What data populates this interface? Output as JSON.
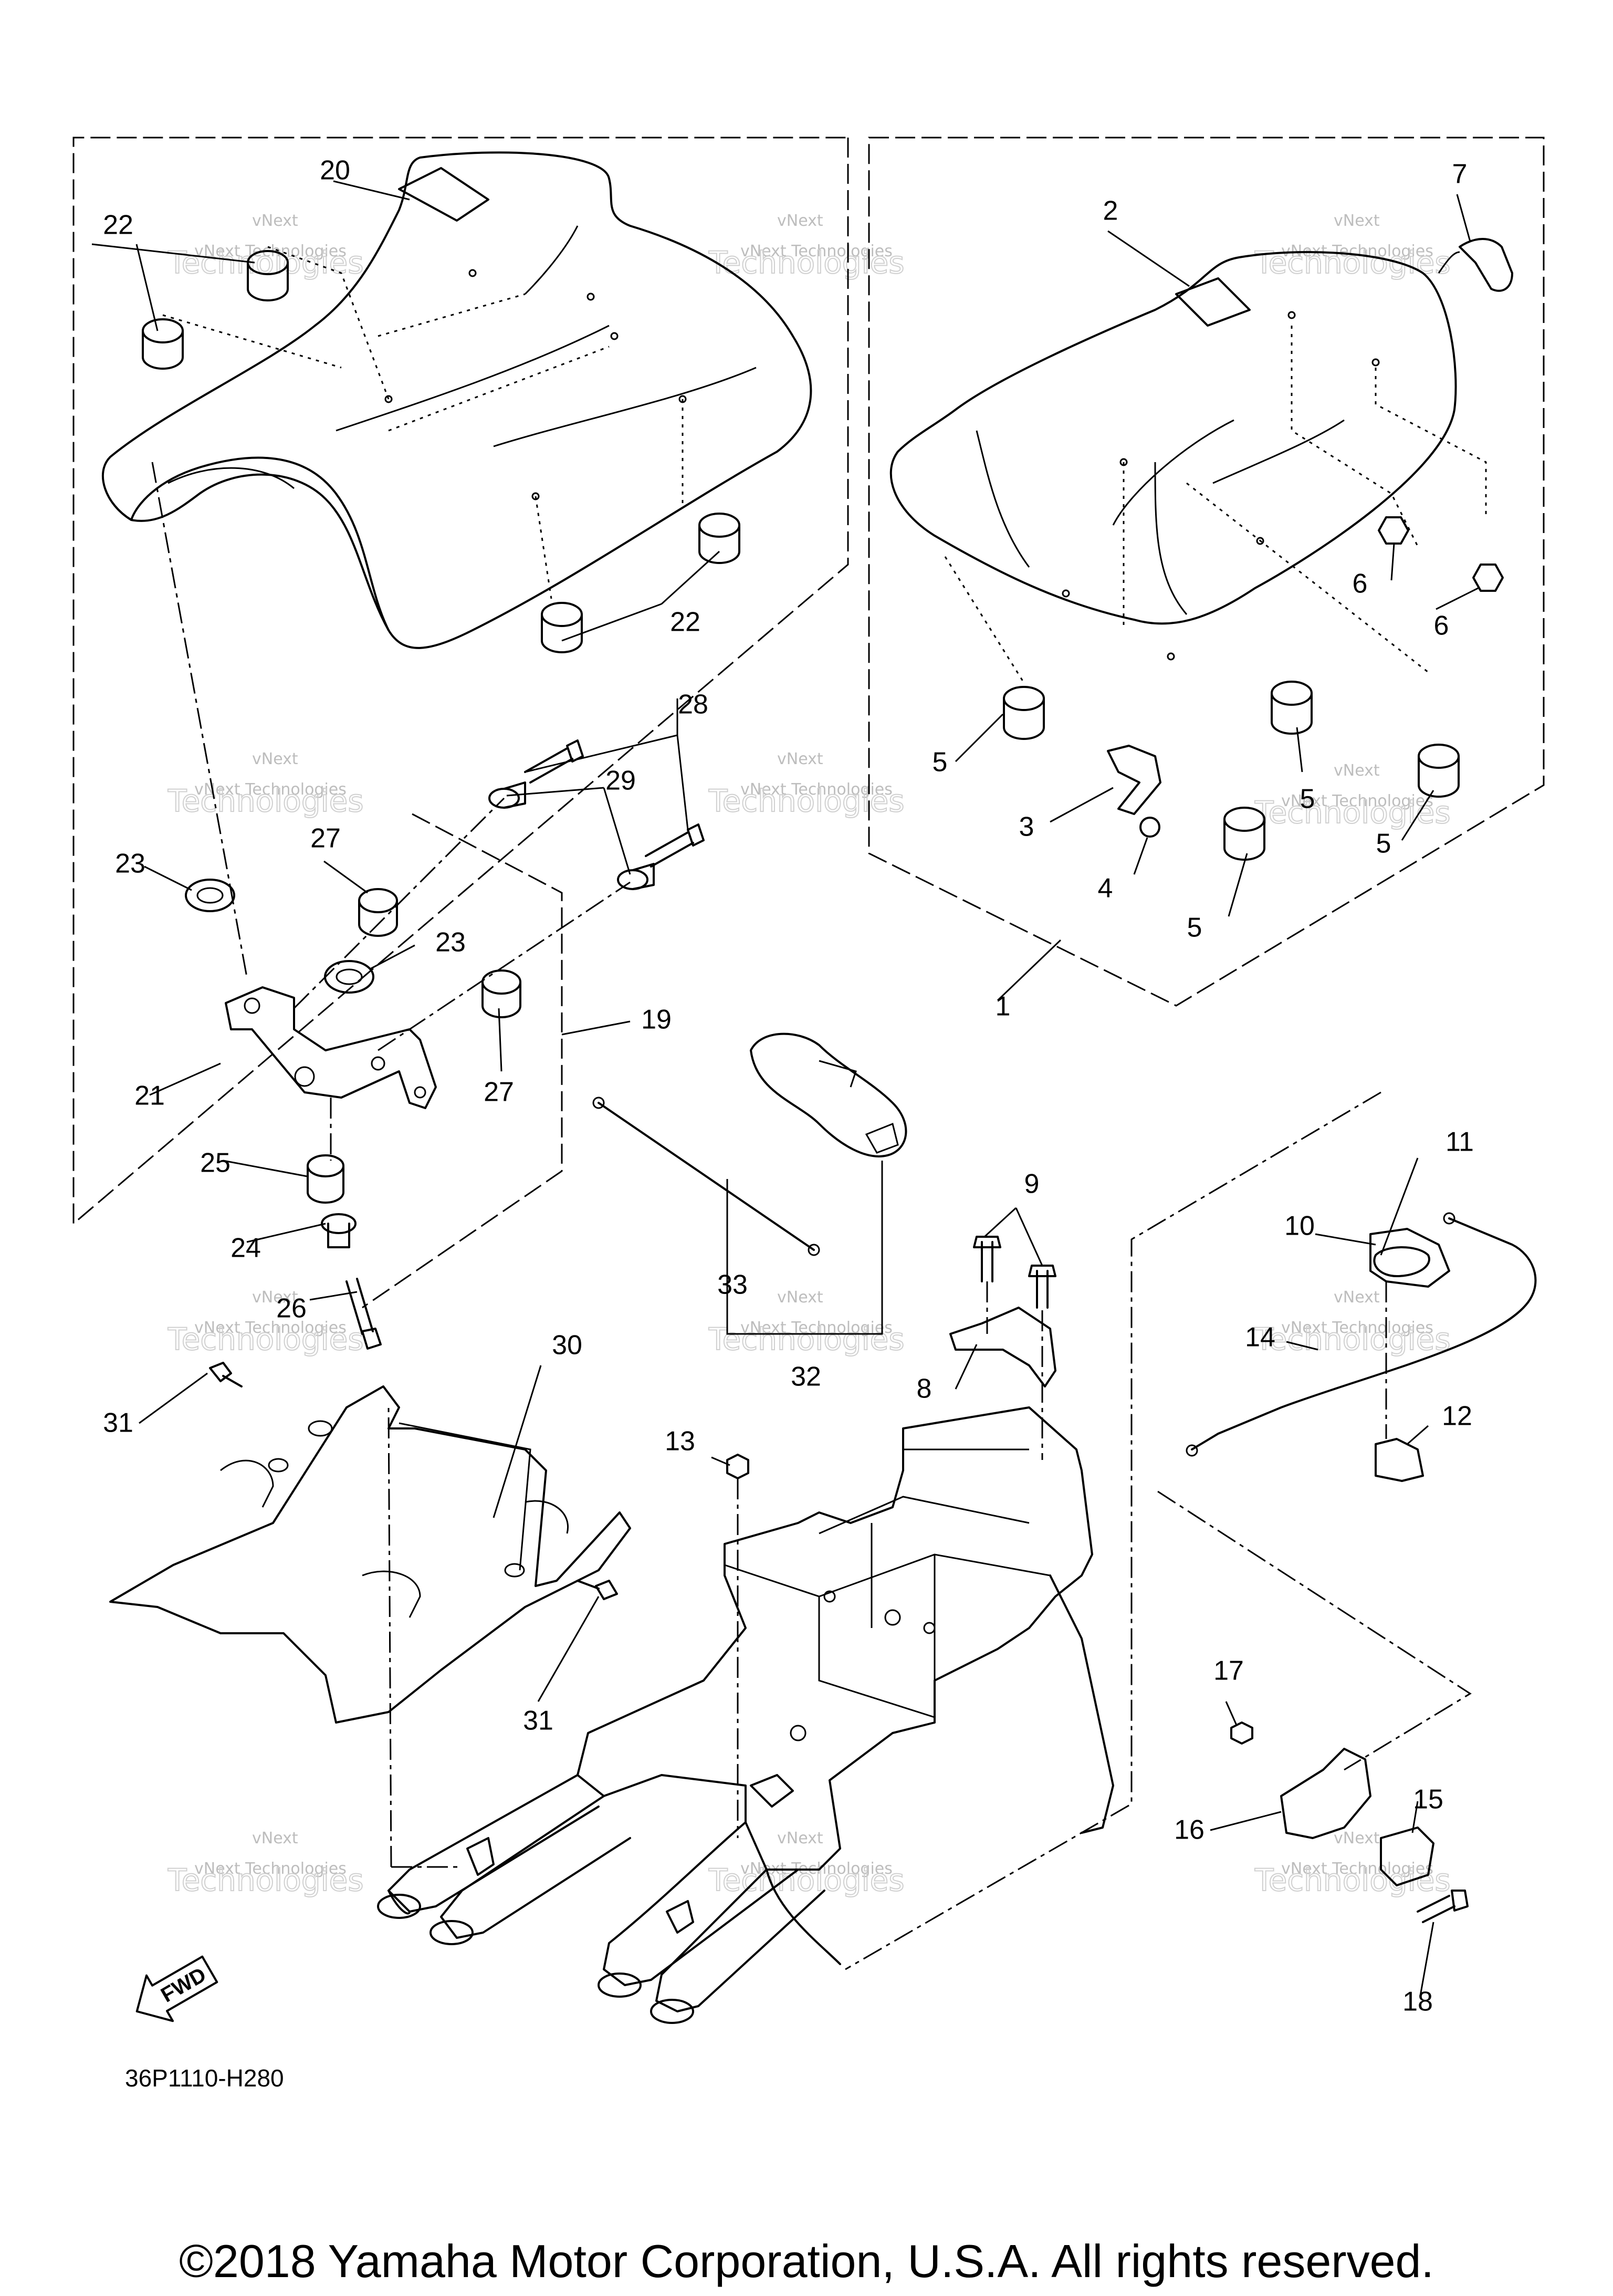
{
  "diagram": {
    "code": "36P1110-H280",
    "fwd_label": "FWD",
    "copyright": "©2018 Yamaha Motor Corporation, U.S.A. All rights reserved.",
    "watermark_small": "vNext Technologies",
    "watermark_big": "Technologies",
    "watermark_wing": "vNext"
  },
  "callouts": {
    "c1": "1",
    "c2": "2",
    "c3": "3",
    "c4": "4",
    "c5a": "5",
    "c5b": "5",
    "c5c": "5",
    "c5d": "5",
    "c6a": "6",
    "c6b": "6",
    "c7": "7",
    "c8": "8",
    "c9": "9",
    "c10": "10",
    "c11": "11",
    "c12": "12",
    "c13": "13",
    "c14": "14",
    "c15": "15",
    "c16": "16",
    "c17": "17",
    "c18": "18",
    "c19": "19",
    "c20": "20",
    "c21": "21",
    "c22a": "22",
    "c22b": "22",
    "c23a": "23",
    "c23b": "23",
    "c24": "24",
    "c25": "25",
    "c26": "26",
    "c27a": "27",
    "c27b": "27",
    "c28": "28",
    "c29": "29",
    "c30": "30",
    "c31a": "31",
    "c31b": "31",
    "c32": "32",
    "c33": "33"
  }
}
